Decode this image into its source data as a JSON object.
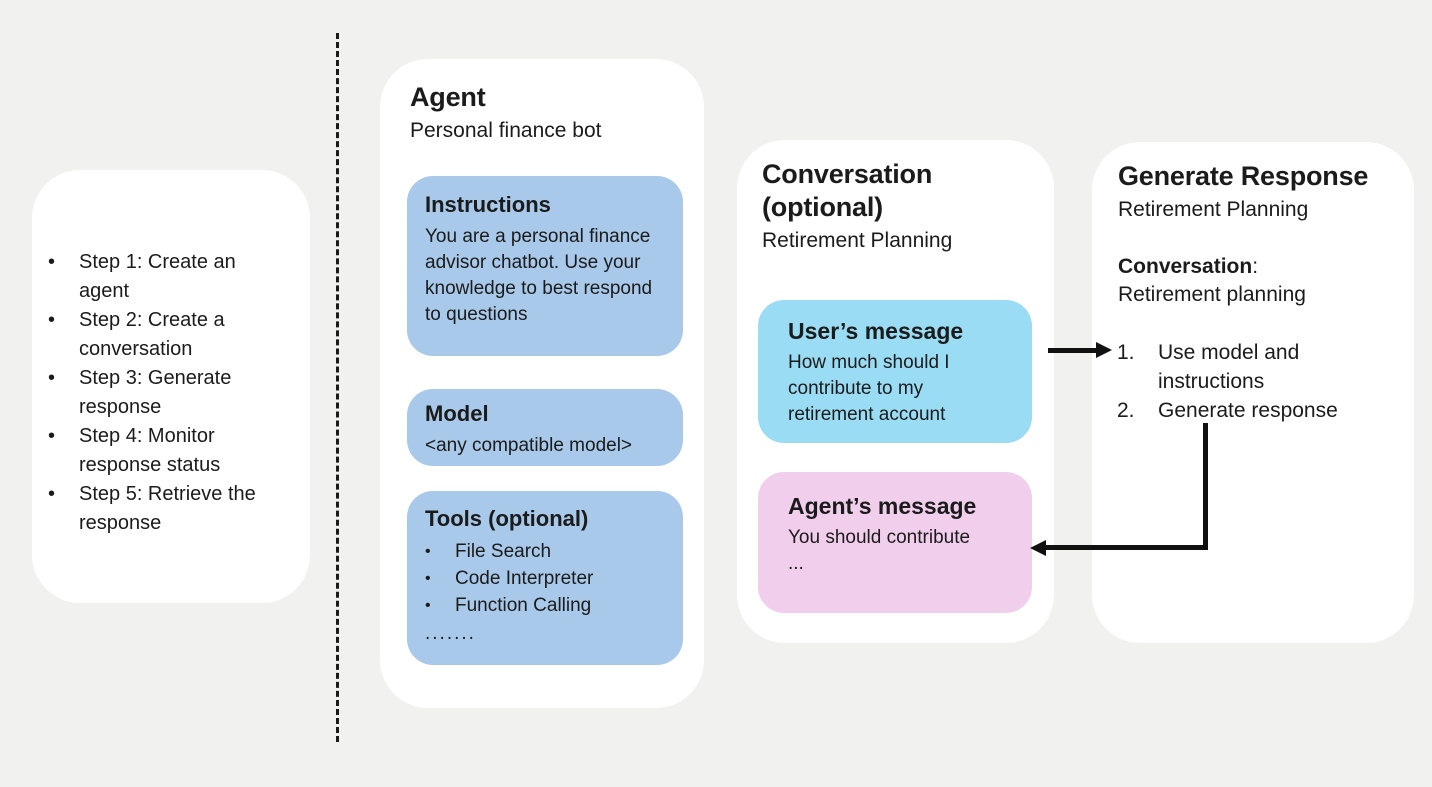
{
  "ui": {
    "bullet": "•"
  },
  "steps_card": {
    "items": [
      "Step 1: Create an agent",
      "Step 2: Create a conversation",
      "Step 3: Generate response",
      "Step 4: Monitor response status",
      "Step 5: Retrieve the response"
    ]
  },
  "agent_card": {
    "title": "Agent",
    "subtitle": "Personal finance bot",
    "instructions": {
      "title": "Instructions",
      "body": "You are a personal finance advisor chatbot. Use your knowledge to best respond to questions"
    },
    "model": {
      "title": "Model",
      "body": "<any compatible model>"
    },
    "tools": {
      "title": "Tools (optional)",
      "items": [
        "File Search",
        "Code Interpreter",
        "Function Calling"
      ],
      "ellipsis": "......."
    }
  },
  "conversation_card": {
    "title": "Conversation (optional)",
    "subtitle": "Retirement Planning",
    "user_message": {
      "title": "User’s message",
      "body": "How much should I contribute to my retirement account"
    },
    "agent_message": {
      "title": "Agent’s message",
      "body": "You should contribute ..."
    }
  },
  "generate_card": {
    "title": "Generate Response",
    "subtitle": "Retirement Planning",
    "conversation_label": "Conversation",
    "conversation_colon": ":",
    "conversation_value": "Retirement planning",
    "list": [
      {
        "num": "1.",
        "text": "Use model and instructions"
      },
      {
        "num": "2.",
        "text": "Generate response"
      }
    ]
  },
  "colors": {
    "background": "#f1f1ef",
    "card": "#ffffff",
    "agent_box_blue": "#a8c9e9",
    "user_message_cyan": "#9adcf3",
    "agent_message_pink": "#f1cfec",
    "arrow": "#111111"
  }
}
